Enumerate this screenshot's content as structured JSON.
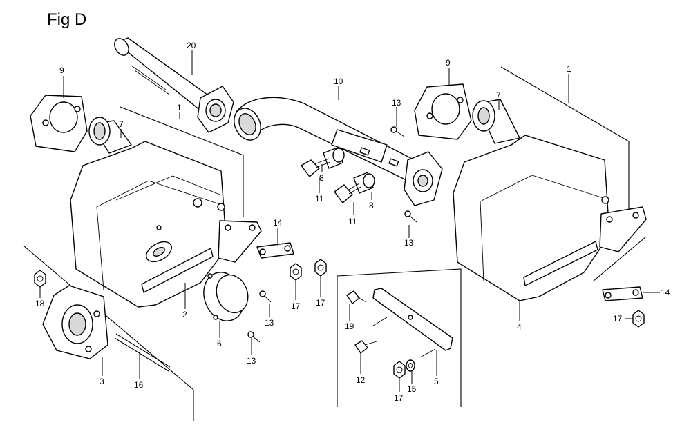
{
  "figure": {
    "title": "Fig D"
  },
  "callouts": [
    {
      "id": "c9a",
      "label": "9"
    },
    {
      "id": "c20",
      "label": "20"
    },
    {
      "id": "c7a",
      "label": "7"
    },
    {
      "id": "c1a",
      "label": "1"
    },
    {
      "id": "c10",
      "label": "10"
    },
    {
      "id": "c13a",
      "label": "13"
    },
    {
      "id": "c9b",
      "label": "9"
    },
    {
      "id": "c7b",
      "label": "7"
    },
    {
      "id": "c1b",
      "label": "1"
    },
    {
      "id": "c8a",
      "label": "8"
    },
    {
      "id": "c8b",
      "label": "8"
    },
    {
      "id": "c11a",
      "label": "11"
    },
    {
      "id": "c11b",
      "label": "11"
    },
    {
      "id": "c13b",
      "label": "13"
    },
    {
      "id": "c14a",
      "label": "14"
    },
    {
      "id": "c14b",
      "label": "14"
    },
    {
      "id": "c18",
      "label": "18"
    },
    {
      "id": "c2",
      "label": "2"
    },
    {
      "id": "c17a",
      "label": "17"
    },
    {
      "id": "c17b",
      "label": "17"
    },
    {
      "id": "c13c",
      "label": "13"
    },
    {
      "id": "c6",
      "label": "6"
    },
    {
      "id": "c13d",
      "label": "13"
    },
    {
      "id": "c4",
      "label": "4"
    },
    {
      "id": "c17c",
      "label": "17"
    },
    {
      "id": "c19",
      "label": "19"
    },
    {
      "id": "c3",
      "label": "3"
    },
    {
      "id": "c16",
      "label": "16"
    },
    {
      "id": "c12",
      "label": "12"
    },
    {
      "id": "c17d",
      "label": "17"
    },
    {
      "id": "c15",
      "label": "15"
    },
    {
      "id": "c5",
      "label": "5"
    }
  ]
}
